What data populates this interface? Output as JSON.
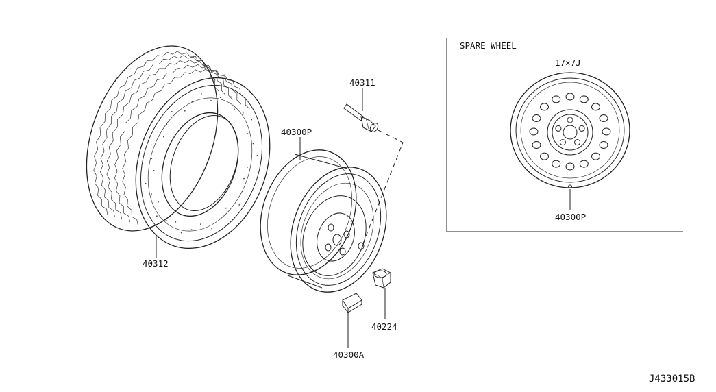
{
  "labels": {
    "tire": "40312",
    "valve": "40311",
    "wheel": "40300P",
    "weight": "40300A",
    "nut": "40224",
    "spare_title": "SPARE WHEEL",
    "spare_size": "17×7J",
    "spare_part": "40300P",
    "diagram_code": "J433015B"
  }
}
